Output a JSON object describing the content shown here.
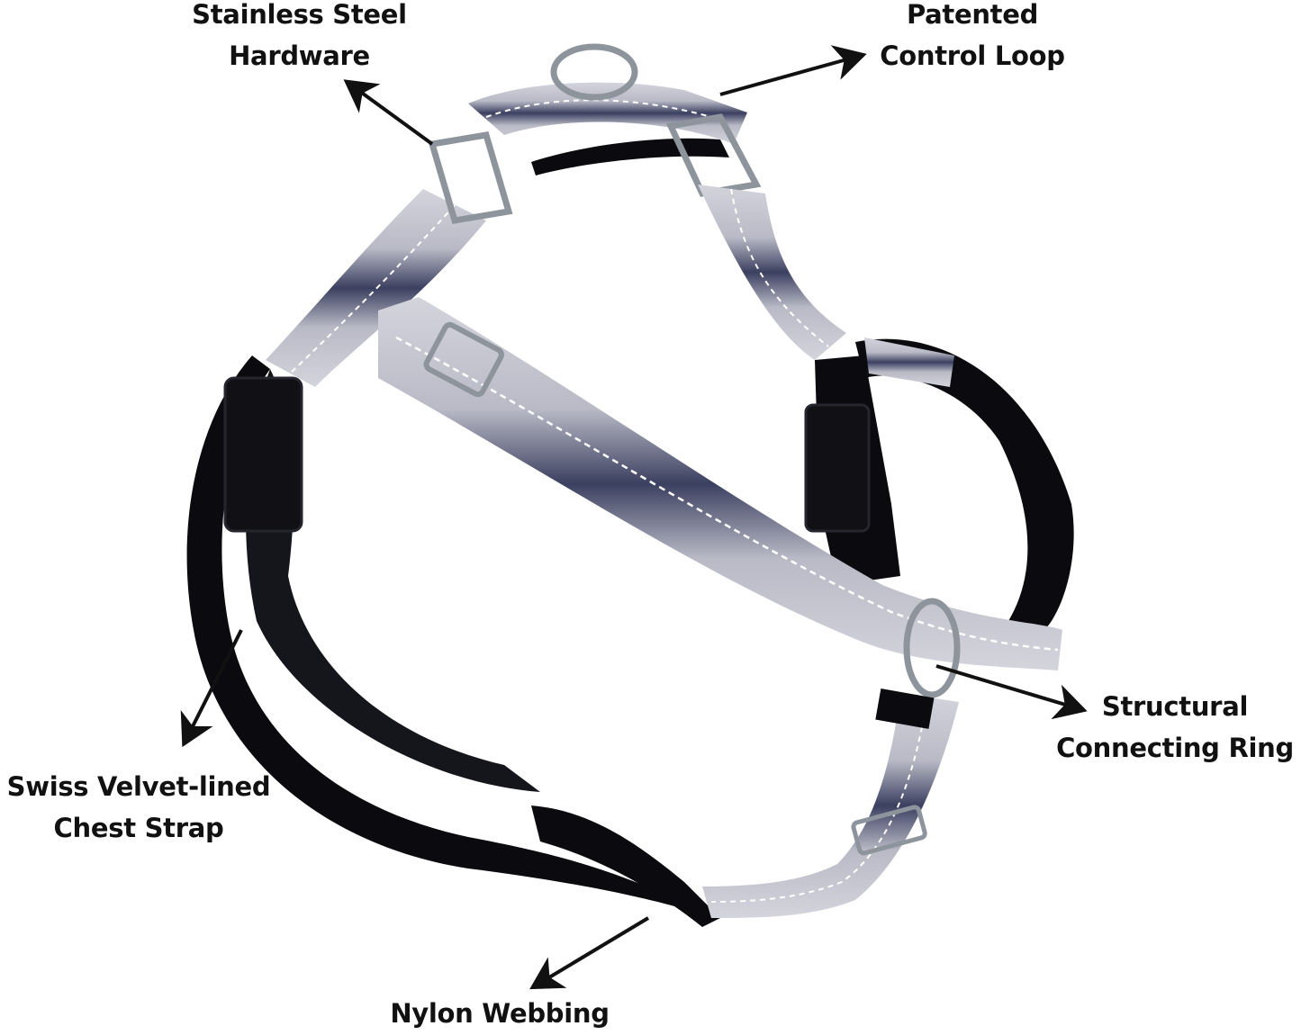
{
  "callouts": {
    "stainless_steel": {
      "line1": "Stainless Steel",
      "line2": "Hardware"
    },
    "control_loop": {
      "line1": "Patented",
      "line2": "Control Loop"
    },
    "connecting_ring": {
      "line1": "Structural",
      "line2": "Connecting Ring"
    },
    "chest_strap": {
      "line1": "Swiss Velvet-lined",
      "line2": "Chest Strap"
    },
    "nylon_webbing": {
      "line1": "Nylon Webbing"
    }
  },
  "colors": {
    "webbing_dark": "#3a3f5a",
    "webbing_light": "#c9cad3",
    "stitch": "#ffffff",
    "black_strap": "#0b0b0f",
    "metal": "#9aa0a8",
    "label_text": "#111111"
  }
}
